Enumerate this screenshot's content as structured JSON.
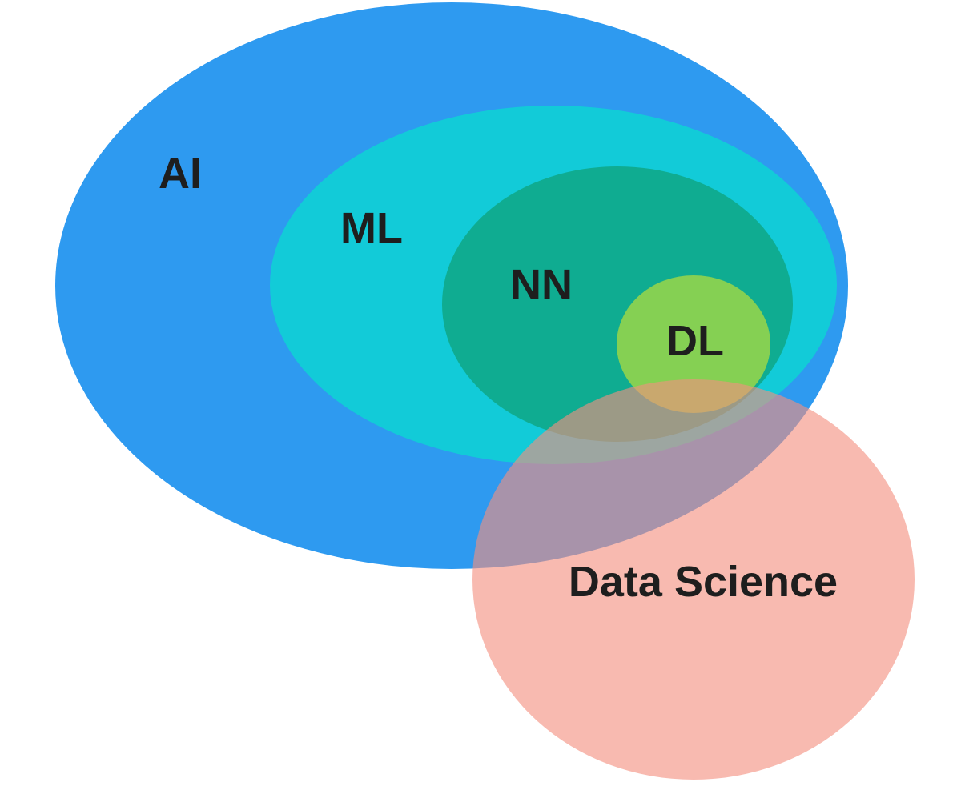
{
  "diagram": {
    "sets": [
      {
        "id": "ai",
        "label": "AI",
        "color": "#2e9af0"
      },
      {
        "id": "ml",
        "label": "ML",
        "color": "#12cdd6"
      },
      {
        "id": "nn",
        "label": "NN",
        "color": "#0fa98b"
      },
      {
        "id": "dl",
        "label": "DL",
        "color": "#8fd34e"
      },
      {
        "id": "ds",
        "label": "Data Science",
        "color": "#f48f7f"
      }
    ],
    "relations": {
      "nested": [
        "AI",
        "ML",
        "NN",
        "DL"
      ],
      "overlaps_with_data_science": [
        "AI",
        "ML",
        "NN",
        "DL"
      ]
    }
  }
}
